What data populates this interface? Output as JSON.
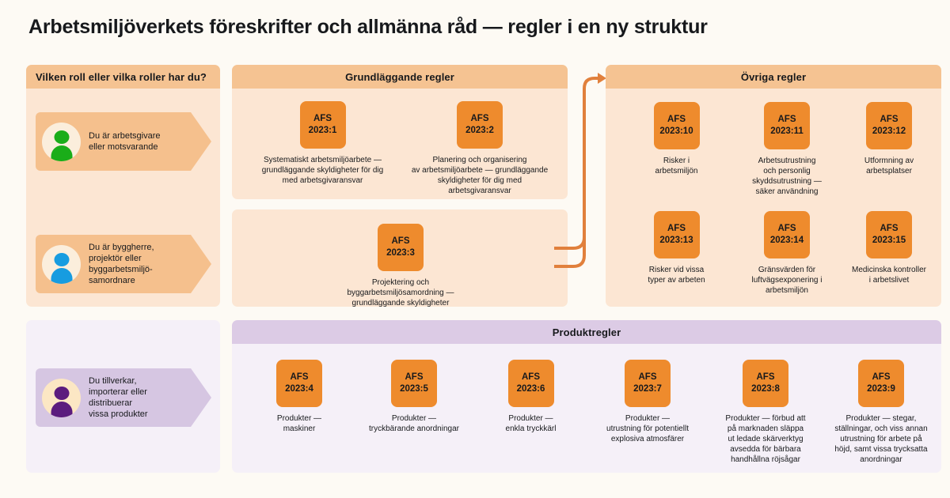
{
  "page": {
    "title": "Arbetsmiljöverkets föreskrifter och allmänna råd — regler i en ny struktur",
    "background_color": "#FDFAF4"
  },
  "colors": {
    "orange_accent": "#EE8B2D",
    "orange_header": "#F5C392",
    "orange_body": "#FCE6D3",
    "purple_header": "#DCCBE5",
    "purple_body": "#F5F0F8",
    "role_card_orange": "#F5C08D",
    "role_card_purple": "#D6C6E2",
    "connector": "#E1803C",
    "avatar_green": "#1AAD19",
    "avatar_blue": "#179CE0",
    "avatar_purple": "#5B1C7E"
  },
  "roles_panel": {
    "header": "Vilken roll eller vilka roller har du?",
    "cards": [
      {
        "text": "Du är arbetsgivare eller motsvarande",
        "lines": [
          "Du är arbetsgivare",
          "eller motsvarande"
        ],
        "avatar_icon": "person-icon",
        "avatar_color": "#1AAD19",
        "avatar_bg": "#FBEEDC",
        "card_color": "#F5C08D"
      },
      {
        "text": "Du är byggherre, projektör eller byggarbetsmiljösamordnare",
        "lines": [
          "Du är byggherre,",
          "projektör eller",
          "byggarbetsmiljö-",
          "samordnare"
        ],
        "avatar_icon": "person-icon",
        "avatar_color": "#179CE0",
        "avatar_bg": "#FBEEDC",
        "card_color": "#F5C08D"
      }
    ]
  },
  "producer_panel": {
    "card": {
      "text": "Du tillverkar, importerar eller distribuerar vissa produkter",
      "lines": [
        "Du tillverkar,",
        "importerar eller",
        "distribuerar",
        "vissa produkter"
      ],
      "avatar_icon": "person-icon",
      "avatar_color": "#5B1C7E",
      "avatar_bg": "#FCE7C4",
      "card_color": "#D6C6E2"
    }
  },
  "basic_panel": {
    "header": "Grundläggande regler",
    "items": [
      {
        "code_top": "AFS",
        "code_bottom": "2023:1",
        "label": "Systematiskt arbetsmiljöarbete — grundläggande skyldigheter för dig med arbetsgivaransvar",
        "lines": [
          "Systematiskt arbetsmiljöarbete —",
          "grundläggande skyldigheter för dig",
          "med arbetsgivaransvar"
        ]
      },
      {
        "code_top": "AFS",
        "code_bottom": "2023:2",
        "label": "Planering och organisering av arbetsmiljöarbete — grundläggande skyldigheter för dig med arbetsgivaransvar",
        "lines": [
          "Planering och organisering",
          "av arbetsmiljöarbete — grundläggande",
          "skyldigheter för dig med",
          "arbetsgivaransvar"
        ]
      }
    ]
  },
  "project_panel": {
    "items": [
      {
        "code_top": "AFS",
        "code_bottom": "2023:3",
        "label": "Projektering och byggarbetsmiljösamordning — grundläggande skyldigheter",
        "lines": [
          "Projektering och",
          "byggarbetsmiljösamordning —",
          "grundläggande skyldigheter"
        ]
      }
    ]
  },
  "other_panel": {
    "header": "Övriga regler",
    "items": [
      {
        "code_top": "AFS",
        "code_bottom": "2023:10",
        "label": "Risker i arbetsmiljön",
        "lines": [
          "Risker i",
          "arbetsmiljön"
        ]
      },
      {
        "code_top": "AFS",
        "code_bottom": "2023:11",
        "label": "Arbetsutrustning och personlig skyddsutrustning — säker användning",
        "lines": [
          "Arbetsutrustning",
          "och personlig",
          "skyddsutrustning —",
          "säker användning"
        ]
      },
      {
        "code_top": "AFS",
        "code_bottom": "2023:12",
        "label": "Utformning av arbetsplatser",
        "lines": [
          "Utformning av",
          "arbetsplatser"
        ]
      },
      {
        "code_top": "AFS",
        "code_bottom": "2023:13",
        "label": "Risker vid vissa typer av arbeten",
        "lines": [
          "Risker vid vissa",
          "typer av arbeten"
        ]
      },
      {
        "code_top": "AFS",
        "code_bottom": "2023:14",
        "label": "Gränsvärden för luftvägsexponering i arbetsmiljön",
        "lines": [
          "Gränsvärden för",
          "luftvägsexponering i",
          "arbetsmiljön"
        ]
      },
      {
        "code_top": "AFS",
        "code_bottom": "2023:15",
        "label": "Medicinska kontroller i arbetslivet",
        "lines": [
          "Medicinska kontroller",
          "i arbetslivet"
        ]
      }
    ]
  },
  "product_panel": {
    "header": "Produktregler",
    "items": [
      {
        "code_top": "AFS",
        "code_bottom": "2023:4",
        "label": "Produkter — maskiner",
        "lines": [
          "Produkter —",
          "maskiner"
        ]
      },
      {
        "code_top": "AFS",
        "code_bottom": "2023:5",
        "label": "Produkter — tryckbärande anordningar",
        "lines": [
          "Produkter —",
          "tryckbärande anordningar"
        ]
      },
      {
        "code_top": "AFS",
        "code_bottom": "2023:6",
        "label": "Produkter — enkla tryckkärl",
        "lines": [
          "Produkter —",
          "enkla tryckkärl"
        ]
      },
      {
        "code_top": "AFS",
        "code_bottom": "2023:7",
        "label": "Produkter — utrustning för potentiellt explosiva atmosfärer",
        "lines": [
          "Produkter —",
          "utrustning för potentiellt",
          "explosiva atmosfärer"
        ]
      },
      {
        "code_top": "AFS",
        "code_bottom": "2023:8",
        "label": "Produkter — förbud att på marknaden släppa ut ledade skärverktyg avsedda för bärbara handhållna röjsågar",
        "lines": [
          "Produkter — förbud att",
          "på marknaden släppa",
          "ut ledade skärverktyg",
          "avsedda för bärbara",
          "handhållna röjsågar"
        ]
      },
      {
        "code_top": "AFS",
        "code_bottom": "2023:9",
        "label": "Produkter — stegar, ställningar, och viss annan utrustning för arbete på höjd, samt vissa trycksatta anordningar",
        "lines": [
          "Produkter — stegar,",
          "ställningar, och viss annan",
          "utrustning för arbete på",
          "höjd, samt vissa trycksatta",
          "anordningar"
        ]
      }
    ]
  },
  "connector": {
    "name": "flow-arrow-to-ovriga-regler",
    "description": "arrow from basic rules and project rules panels into Övriga regler"
  }
}
